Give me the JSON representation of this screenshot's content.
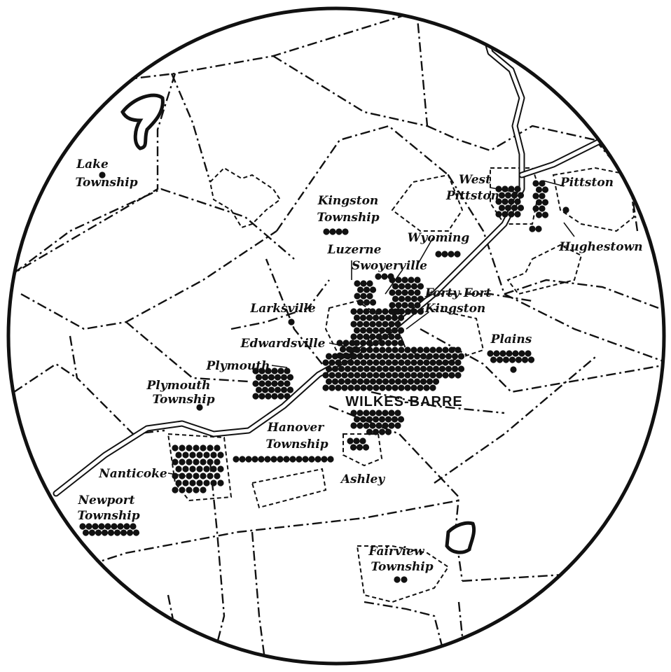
{
  "map": {
    "places": [
      {
        "id": "lake-township",
        "lines": [
          "Lake",
          "Township"
        ]
      },
      {
        "id": "kingston-township",
        "lines": [
          "Kingston",
          "Township"
        ]
      },
      {
        "id": "west-pittston",
        "lines": [
          "West",
          "Pittston"
        ]
      },
      {
        "id": "pittston",
        "lines": [
          "Pittston"
        ]
      },
      {
        "id": "hughestown",
        "lines": [
          "Hughestown"
        ]
      },
      {
        "id": "wyoming",
        "lines": [
          "Wyoming"
        ]
      },
      {
        "id": "luzerne",
        "lines": [
          "Luzerne"
        ]
      },
      {
        "id": "swoyerville",
        "lines": [
          "Swoyerville"
        ]
      },
      {
        "id": "forty-fort",
        "lines": [
          "Forty Fort"
        ]
      },
      {
        "id": "kingston",
        "lines": [
          "Kingston"
        ]
      },
      {
        "id": "larksville",
        "lines": [
          "Larksville"
        ]
      },
      {
        "id": "edwardsville",
        "lines": [
          "Edwardsville"
        ]
      },
      {
        "id": "plains",
        "lines": [
          "Plains"
        ]
      },
      {
        "id": "plymouth",
        "lines": [
          "Plymouth"
        ]
      },
      {
        "id": "plymouth-township",
        "lines": [
          "Plymouth",
          "Township"
        ]
      },
      {
        "id": "wilkes-barre",
        "lines": [
          "WILKES-BARRE"
        ]
      },
      {
        "id": "hanover-township",
        "lines": [
          "Hanover",
          "Township"
        ]
      },
      {
        "id": "nanticoke",
        "lines": [
          "Nanticoke"
        ]
      },
      {
        "id": "ashley",
        "lines": [
          "Ashley"
        ]
      },
      {
        "id": "newport-township",
        "lines": [
          "Newport",
          "Township"
        ]
      },
      {
        "id": "fairview-township",
        "lines": [
          "Fairview",
          "Township"
        ]
      }
    ]
  }
}
